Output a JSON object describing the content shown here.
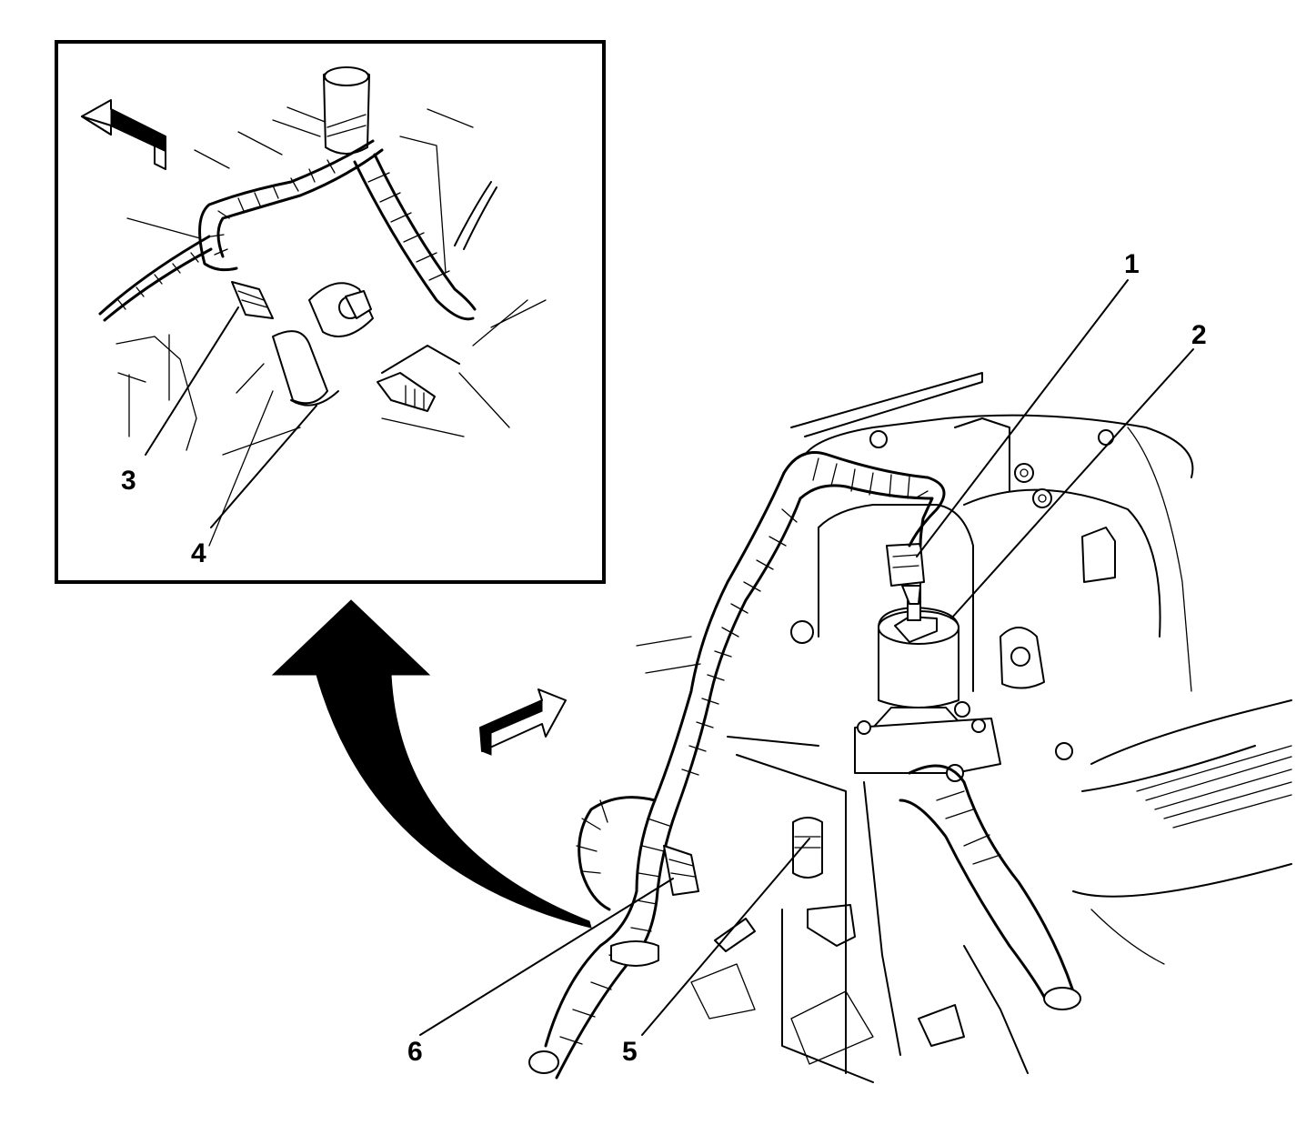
{
  "figure": {
    "callouts": [
      {
        "id": "1",
        "text": "1"
      },
      {
        "id": "2",
        "text": "2"
      },
      {
        "id": "3",
        "text": "3"
      },
      {
        "id": "4",
        "text": "4"
      },
      {
        "id": "5",
        "text": "5"
      },
      {
        "id": "6",
        "text": "6"
      }
    ],
    "colors": {
      "ink": "#000000",
      "paper": "#ffffff"
    }
  }
}
